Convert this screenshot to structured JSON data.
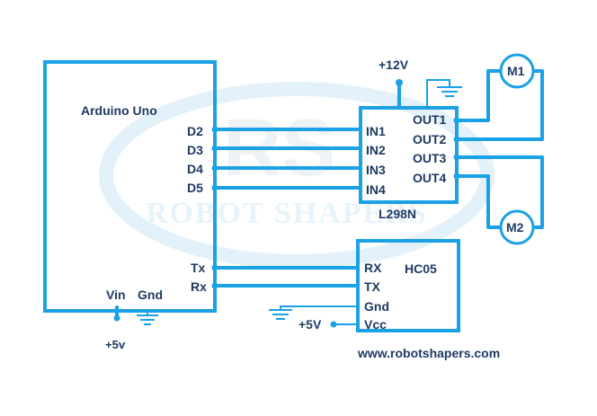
{
  "arduino": {
    "title": "Arduino Uno",
    "pins": [
      "D2",
      "D3",
      "D4",
      "D5"
    ],
    "tx": "Tx",
    "rx": "Rx",
    "vin": "Vin",
    "gnd": "Gnd",
    "vin_supply": "+5v"
  },
  "driver": {
    "name": "L298N",
    "supply": "+12V",
    "inputs": [
      "IN1",
      "IN2",
      "IN3",
      "IN4"
    ],
    "outputs": [
      "OUT1",
      "OUT2",
      "OUT3",
      "OUT4"
    ]
  },
  "motors": {
    "m1": "M1",
    "m2": "M2"
  },
  "bluetooth": {
    "name": "HC05",
    "pins": [
      "RX",
      "TX",
      "Gnd",
      "Vcc"
    ],
    "vcc_supply": "+5V"
  },
  "watermark": {
    "text": "ROBOT SHAPERS",
    "logo": "RS"
  },
  "website": "www.robotshapers.com",
  "colors": {
    "wire": "#1aa1e6",
    "label": "#1f3a63",
    "watermark": "#e6f3fb"
  }
}
